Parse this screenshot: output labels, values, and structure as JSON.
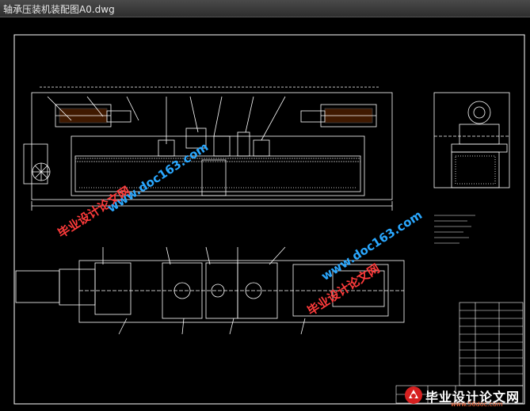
{
  "window": {
    "title": "轴承压装机装配图A0.dwg"
  },
  "watermarks": {
    "site_cn": "毕业设计论文网",
    "site_url": "www.doc163.com"
  },
  "footer": {
    "brand": "毕业设计论文网",
    "url": "www.56doc.com"
  },
  "colors": {
    "background": "#000000",
    "linework": "#ffffff",
    "watermark_red": "#ff3b3b",
    "watermark_blue": "#2aa8ff"
  }
}
